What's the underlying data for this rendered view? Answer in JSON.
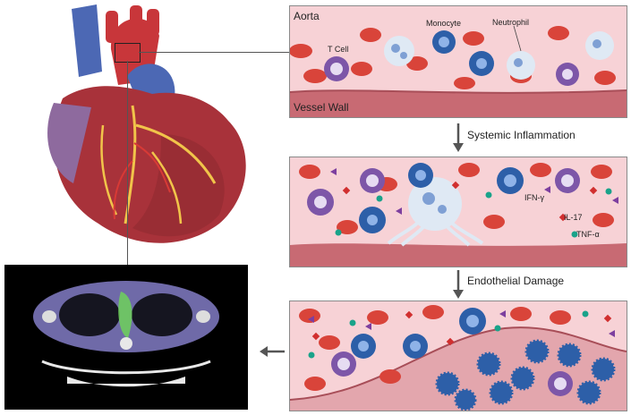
{
  "panel1": {
    "title": "Aorta",
    "wall_label": "Vessel Wall",
    "cells": {
      "t_cell": "T Cell",
      "monocyte": "Monocyte",
      "neutrophil": "Neutrophil"
    }
  },
  "steps": {
    "step1": "Systemic Inflammation",
    "step2": "Endothelial Damage"
  },
  "panel2": {
    "cytokines": {
      "ifn": "IFN-γ",
      "il17": "IL-17",
      "tnf": "TNF-α"
    }
  },
  "colors": {
    "blood": "#f7d2d6",
    "rbc": "#d9443a",
    "tcell": "#7d56a8",
    "monocyte": "#2d5fa8",
    "wall": "#c86a73",
    "heart": "#a8323a",
    "vein": "#4c68b4"
  }
}
